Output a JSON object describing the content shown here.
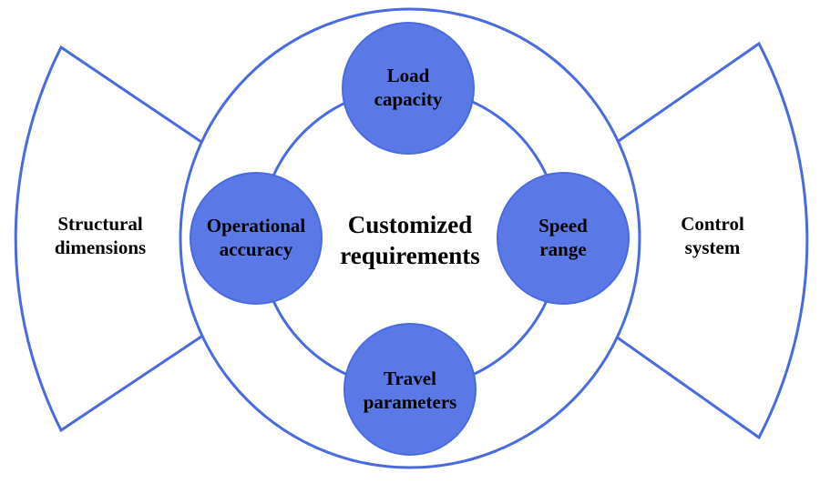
{
  "colors": {
    "outline": "#4a6ae0",
    "node_fill": "#5a78e6",
    "background": "#ffffff",
    "text": "#000000"
  },
  "center": {
    "line1": "Customized",
    "line2": "requirements"
  },
  "nodes": {
    "top": {
      "line1": "Load",
      "line2": "capacity"
    },
    "right": {
      "line1": "Speed",
      "line2": "range"
    },
    "bottom": {
      "line1": "Travel",
      "line2": "parameters"
    },
    "left": {
      "line1": "Operational",
      "line2": "accuracy"
    }
  },
  "wings": {
    "left": {
      "line1": "Structural",
      "line2": "dimensions"
    },
    "right": {
      "line1": "Control",
      "line2": "system"
    }
  }
}
